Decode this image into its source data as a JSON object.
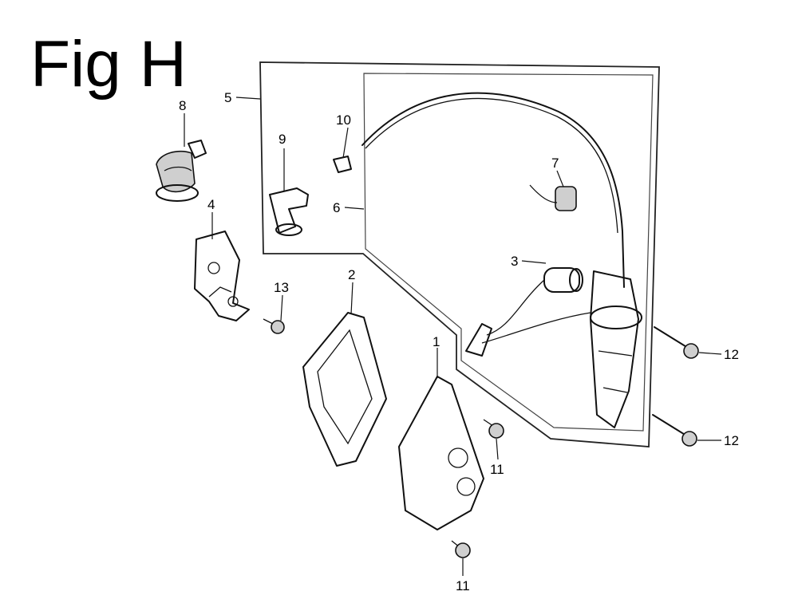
{
  "figure": {
    "title": "Fig H"
  },
  "callouts": {
    "c1": "1",
    "c2": "2",
    "c3": "3",
    "c4": "4",
    "c5": "5",
    "c6": "6",
    "c7": "7",
    "c8": "8",
    "c9": "9",
    "c10": "10",
    "c11a": "11",
    "c11b": "11",
    "c12a": "12",
    "c12b": "12",
    "c13": "13"
  }
}
